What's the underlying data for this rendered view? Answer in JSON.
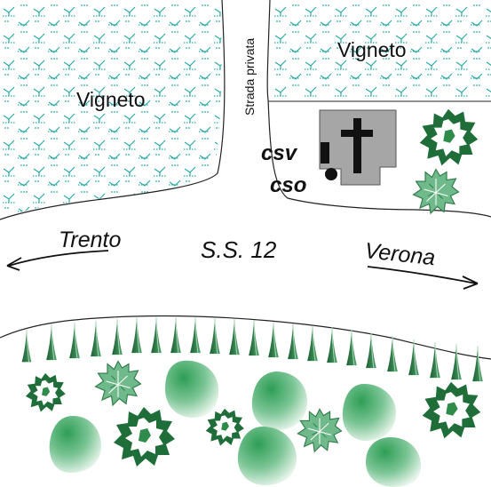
{
  "labels": {
    "vineyard_left": "Vigneto",
    "vineyard_right": "Vigneto",
    "private_road": "Strada privata",
    "highway": "S.S. 12",
    "direction_west": "Trento",
    "direction_east": "Verona",
    "marker_csv": "CSV",
    "marker_cso": "CSO"
  },
  "legend_symbols": {
    "church": "cross-icon",
    "station_square": "square-marker-icon",
    "station_circle": "circle-marker-icon",
    "vine_pattern": "vine-pattern",
    "cypress_row": "cypress-tree-icon",
    "shrub": "shrub-icon"
  },
  "colors": {
    "vine": "#2aa9a9",
    "tree_dark": "#1f6e3a",
    "tree_mid": "#2e8b4a",
    "tree_light": "#6fb98a",
    "building": "#a6a6a6",
    "line": "#222222"
  }
}
